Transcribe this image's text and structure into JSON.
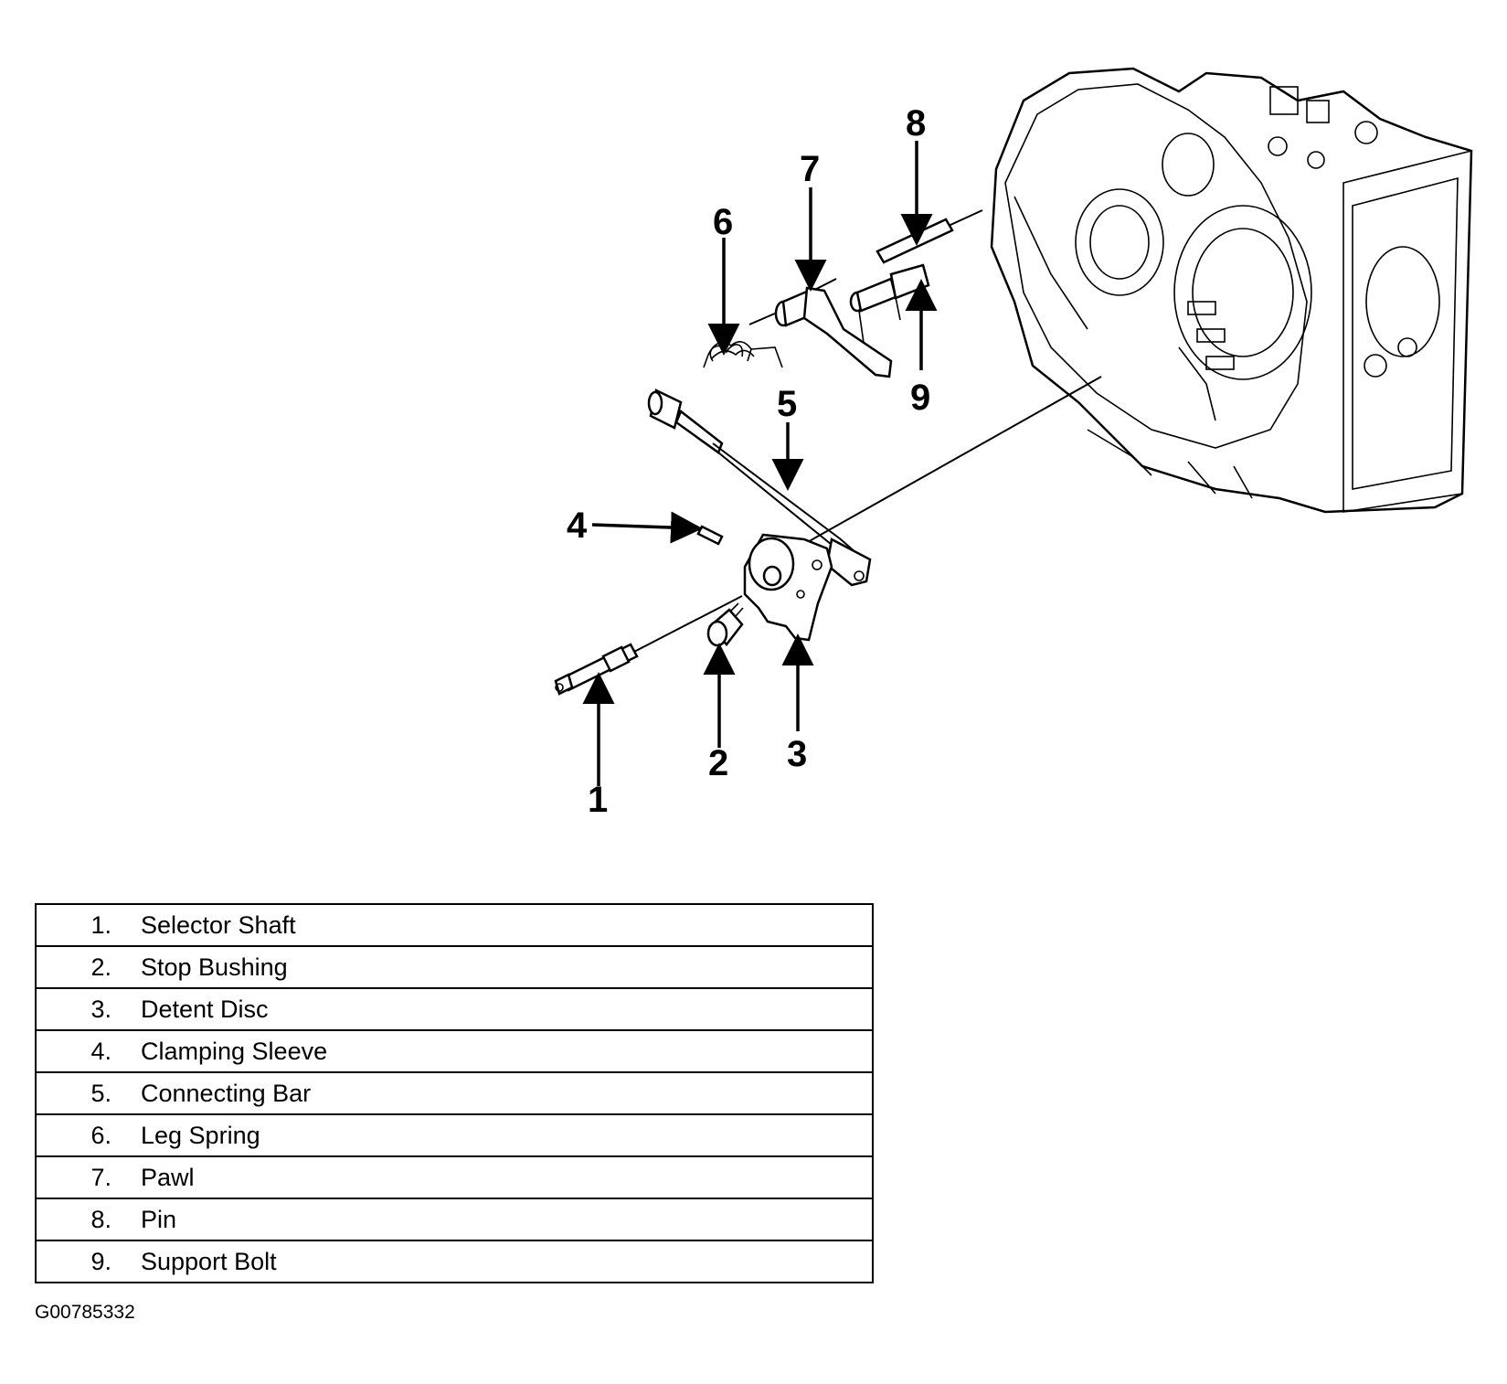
{
  "callouts": [
    "1",
    "2",
    "3",
    "4",
    "5",
    "6",
    "7",
    "8",
    "9"
  ],
  "legend": [
    {
      "num": "1.",
      "name": "Selector Shaft"
    },
    {
      "num": "2.",
      "name": "Stop Bushing"
    },
    {
      "num": "3.",
      "name": "Detent Disc"
    },
    {
      "num": "4.",
      "name": "Clamping Sleeve"
    },
    {
      "num": "5.",
      "name": "Connecting Bar"
    },
    {
      "num": "6.",
      "name": "Leg Spring"
    },
    {
      "num": "7.",
      "name": "Pawl"
    },
    {
      "num": "8.",
      "name": "Pin"
    },
    {
      "num": "9.",
      "name": "Support Bolt"
    }
  ],
  "figure_id": "G00785332"
}
